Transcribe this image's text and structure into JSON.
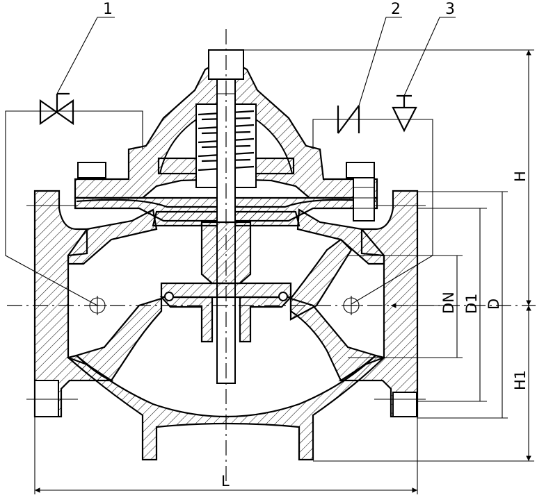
{
  "callouts": [
    "1",
    "2",
    "3"
  ],
  "dimensions": {
    "DN": "DN",
    "D1": "D1",
    "D": "D",
    "H": "H",
    "H1": "H1",
    "L": "L"
  },
  "colors": {
    "line": "#000000",
    "background": "#ffffff"
  }
}
